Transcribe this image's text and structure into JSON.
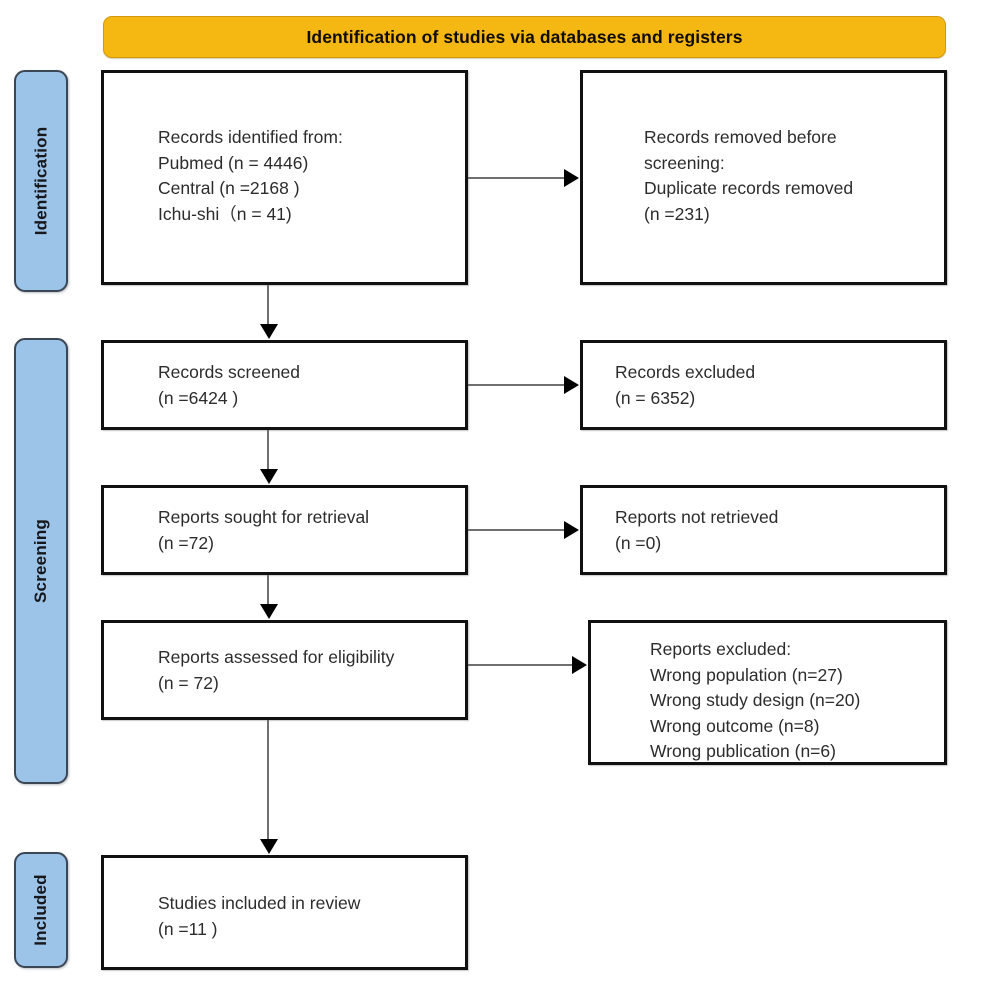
{
  "header": {
    "title": "Identification of studies via databases and registers"
  },
  "stages": [
    {
      "key": "identification",
      "label": "Identification"
    },
    {
      "key": "screening",
      "label": "Screening"
    },
    {
      "key": "included",
      "label": "Included"
    }
  ],
  "boxes": {
    "identified": {
      "text": "Records identified from:\nPubmed (n = 4446)\nCentral (n =2168 )\nIchu-shi（n = 41)"
    },
    "removed": {
      "text": "Records removed before\nscreening:\nDuplicate records removed\n(n =231)"
    },
    "screened": {
      "text": "Records screened\n(n =6424 )"
    },
    "excluded": {
      "text": "Records excluded\n(n = 6352)"
    },
    "sought": {
      "text": "Reports sought for retrieval\n(n =72)"
    },
    "notretrieved": {
      "text": "Reports not retrieved\n(n =0)"
    },
    "assessed": {
      "text": "Reports assessed for eligibility\n(n = 72)"
    },
    "reasons": {
      "text": "Reports excluded:\nWrong population (n=27)\nWrong study design (n=20)\nWrong outcome (n=8)\nWrong publication (n=6)"
    },
    "included": {
      "text": "Studies included in review\n(n =11 )"
    }
  },
  "colors": {
    "header_fill": "#F5B711",
    "header_border": "#D39A0C",
    "stage_fill": "#9CC3E8",
    "stage_border": "#3C4756",
    "box_border": "#111111",
    "connector": "#6F6F6F",
    "arrowhead": "#000000",
    "background": "#FFFFFF"
  }
}
